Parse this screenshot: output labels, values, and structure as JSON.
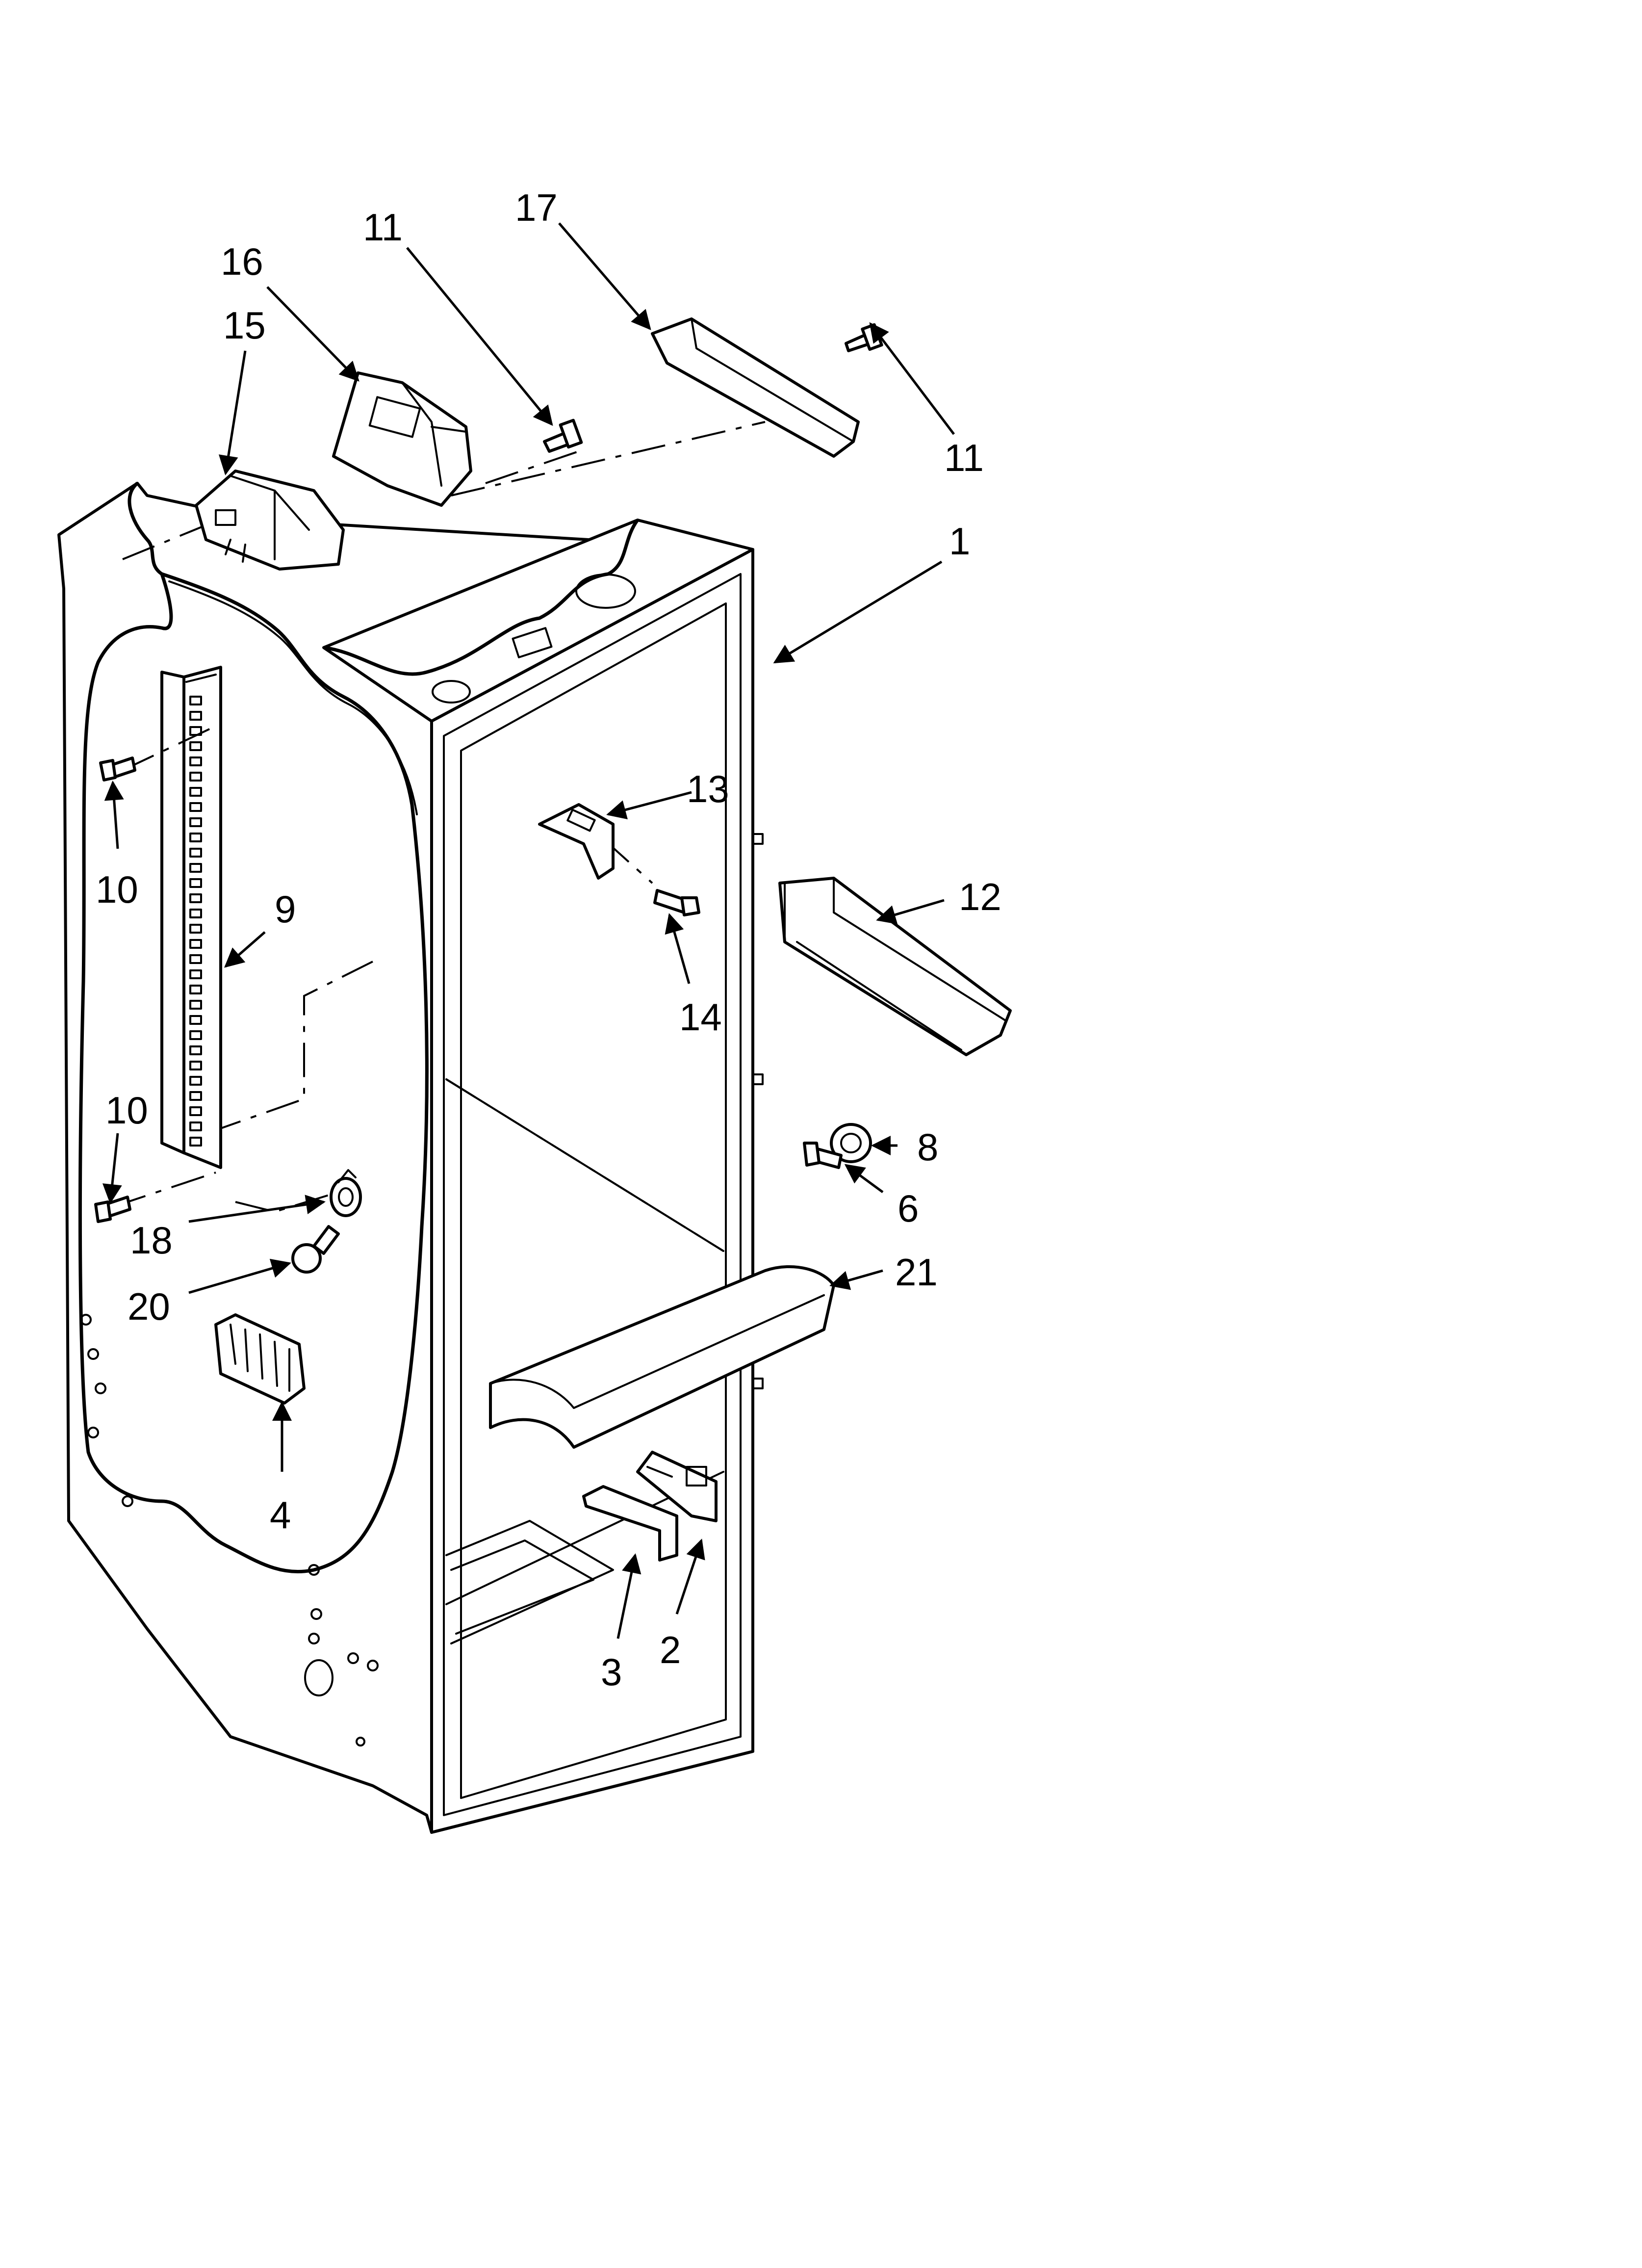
{
  "callouts": [
    {
      "id": "c17",
      "label": "17"
    },
    {
      "id": "c11a",
      "label": "11"
    },
    {
      "id": "c16",
      "label": "16"
    },
    {
      "id": "c15",
      "label": "15"
    },
    {
      "id": "c11b",
      "label": "11"
    },
    {
      "id": "c1",
      "label": "1"
    },
    {
      "id": "c13",
      "label": "13"
    },
    {
      "id": "c12",
      "label": "12"
    },
    {
      "id": "c14",
      "label": "14"
    },
    {
      "id": "c10a",
      "label": "10"
    },
    {
      "id": "c9",
      "label": "9"
    },
    {
      "id": "c10b",
      "label": "10"
    },
    {
      "id": "c8",
      "label": "8"
    },
    {
      "id": "c6",
      "label": "6"
    },
    {
      "id": "c18",
      "label": "18"
    },
    {
      "id": "c20",
      "label": "20"
    },
    {
      "id": "c21",
      "label": "21"
    },
    {
      "id": "c4",
      "label": "4"
    },
    {
      "id": "c3",
      "label": "3"
    },
    {
      "id": "c2",
      "label": "2"
    }
  ]
}
